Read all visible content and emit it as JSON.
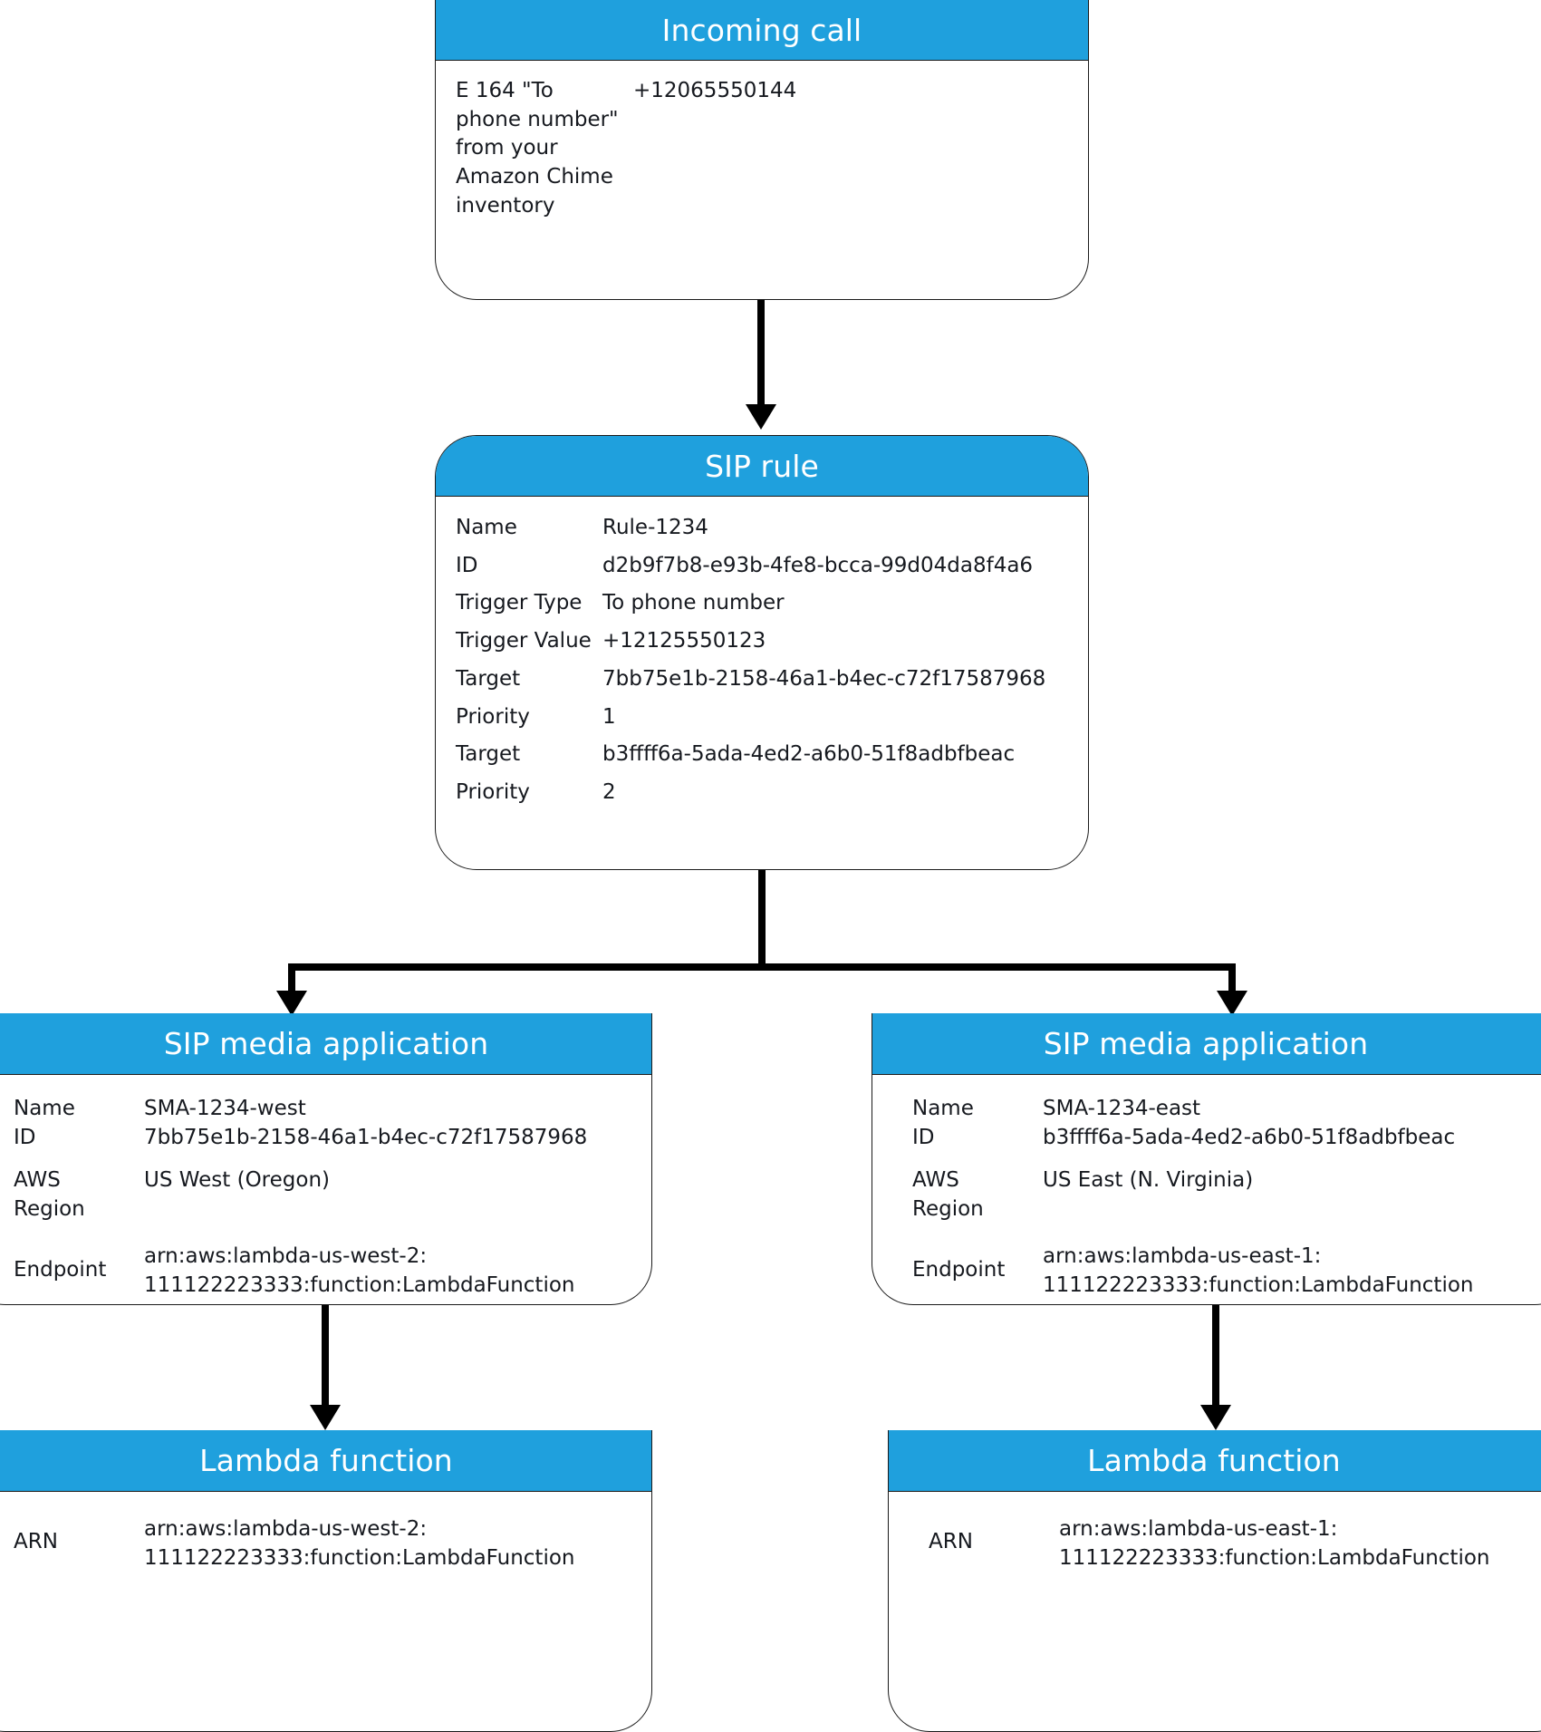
{
  "diagram": {
    "title": "Amazon Chime SDK SIP rule call routing",
    "accent_color": "#1fa0dd",
    "line_color": "#000000"
  },
  "nodes": {
    "incoming_call": {
      "header": "Incoming call",
      "rows": [
        {
          "key": "E 164 \"To phone number\" from your Amazon Chime inventory",
          "value": "+12065550144"
        }
      ]
    },
    "sip_rule": {
      "header": "SIP rule",
      "rows": [
        {
          "key": "Name",
          "value": "Rule-1234"
        },
        {
          "key": "ID",
          "value": "d2b9f7b8-e93b-4fe8-bcca-99d04da8f4a6"
        },
        {
          "key": "Trigger Type",
          "value": "To phone number"
        },
        {
          "key": "Trigger Value",
          "value": "+12125550123"
        },
        {
          "key": "Target",
          "value": "7bb75e1b-2158-46a1-b4ec-c72f17587968"
        },
        {
          "key": "Priority",
          "value": "1"
        },
        {
          "key": "Target",
          "value": "b3ffff6a-5ada-4ed2-a6b0-51f8adbfbeac"
        },
        {
          "key": "Priority",
          "value": "2"
        }
      ]
    },
    "sma_west": {
      "header": "SIP media application",
      "rows": [
        {
          "key": "Name",
          "value": "SMA-1234-west"
        },
        {
          "key": "ID",
          "value": "7bb75e1b-2158-46a1-b4ec-c72f17587968"
        },
        {
          "key": "AWS Region",
          "value": "US West (Oregon)"
        },
        {
          "key": "Endpoint",
          "value": "arn:aws:lambda-us-west-2:\n111122223333:function:LambdaFunction"
        }
      ]
    },
    "sma_east": {
      "header": "SIP media application",
      "rows": [
        {
          "key": "Name",
          "value": "SMA-1234-east"
        },
        {
          "key": "ID",
          "value": "b3ffff6a-5ada-4ed2-a6b0-51f8adbfbeac"
        },
        {
          "key": "AWS Region",
          "value": "US East (N. Virginia)"
        },
        {
          "key": "Endpoint",
          "value": "arn:aws:lambda-us-east-1:\n111122223333:function:LambdaFunction"
        }
      ]
    },
    "lambda_west": {
      "header": "Lambda function",
      "rows": [
        {
          "key": "ARN",
          "value": "arn:aws:lambda-us-west-2:\n111122223333:function:LambdaFunction"
        }
      ]
    },
    "lambda_east": {
      "header": "Lambda function",
      "rows": [
        {
          "key": "ARN",
          "value": "arn:aws:lambda-us-east-1:\n111122223333:function:LambdaFunction"
        }
      ]
    }
  }
}
